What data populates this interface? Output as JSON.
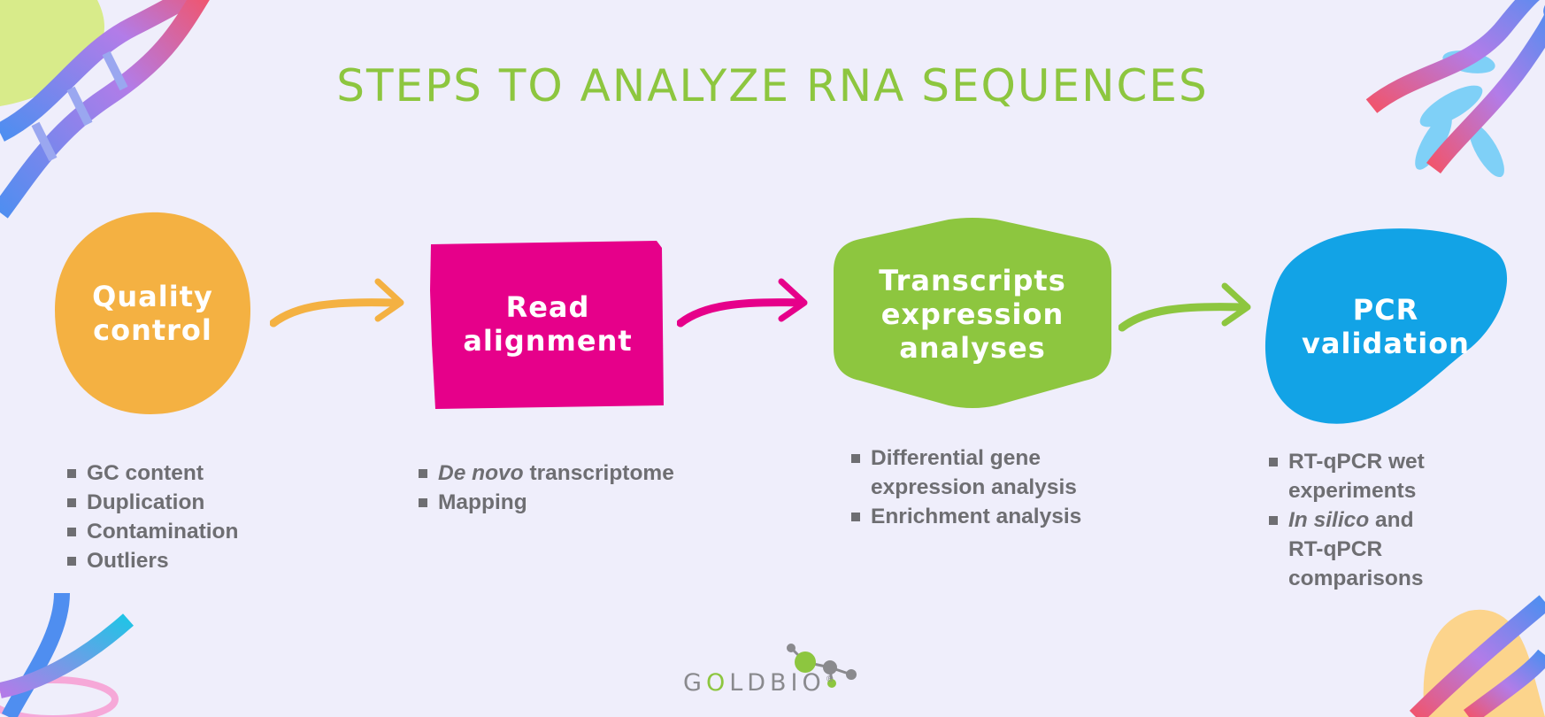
{
  "title": "STEPS TO ANALYZE RNA SEQUENCES",
  "colors": {
    "background": "#efeefb",
    "title": "#8dc63f",
    "step1": "#f4b142",
    "step2": "#e6008a",
    "step3": "#8dc63f",
    "step4": "#12a3e6",
    "bullet_text": "#6e6e72"
  },
  "steps": [
    {
      "label": "Quality\ncontrol",
      "bullets": [
        "GC content",
        "Duplication",
        "Contamination",
        "Outliers"
      ]
    },
    {
      "label": "Read\nalignment",
      "bullets": [
        {
          "italic": "De novo",
          "rest": " transcriptome"
        },
        "Mapping"
      ]
    },
    {
      "label": "Transcripts\nexpression\nanalyses",
      "bullets": [
        "Differential gene expression analysis",
        "Enrichment analysis"
      ]
    },
    {
      "label": "PCR\nvalidation",
      "bullets": [
        "RT-qPCR wet experiments",
        {
          "italic": "In silico",
          "rest": " and RT-qPCR comparisons"
        }
      ]
    }
  ],
  "logo": {
    "text_g": "G",
    "text_o": "O",
    "text_rest": "LDBIO",
    "mark": "®"
  }
}
